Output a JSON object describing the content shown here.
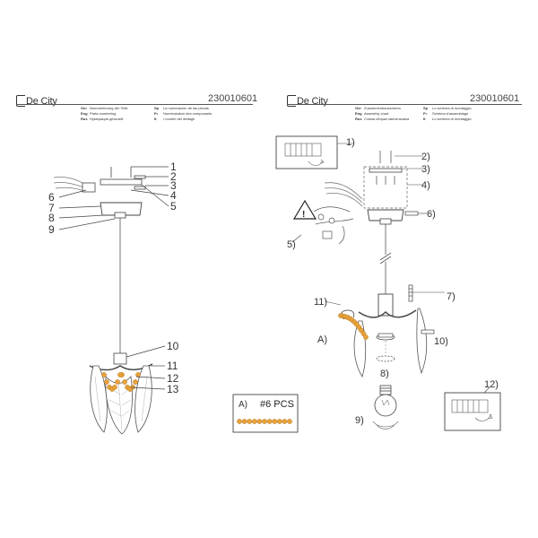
{
  "left": {
    "brand": "De City",
    "code": "230010601",
    "langs_col1": [
      {
        "code": "Ger",
        "text": "Nummerierung der Teile"
      },
      {
        "code": "Eng",
        "text": "Parts numbering"
      },
      {
        "code": "Rus",
        "text": "Нумерация деталей"
      }
    ],
    "langs_col2": [
      {
        "code": "Sp",
        "text": "La numeración de las piezas"
      },
      {
        "code": "Fr",
        "text": "Numérotation des composants"
      },
      {
        "code": "It",
        "text": "I numeri dei dettagli"
      }
    ],
    "callouts": [
      "1",
      "2",
      "3",
      "4",
      "5",
      "6",
      "7",
      "8",
      "9",
      "10",
      "11",
      "12",
      "13"
    ]
  },
  "right": {
    "brand": "De City",
    "code": "230010601",
    "langs_col1": [
      {
        "code": "Ger",
        "text": "Zusammenbauschema"
      },
      {
        "code": "Eng",
        "text": "Assembly chart"
      },
      {
        "code": "Rus",
        "text": "Схема сборки светильника"
      }
    ],
    "langs_col2": [
      {
        "code": "Sp",
        "text": "Lo schema di montaggio"
      },
      {
        "code": "Fr",
        "text": "Schéma d'assemblage"
      },
      {
        "code": "It",
        "text": "Lo schema di montaggio"
      }
    ],
    "steps": [
      "1)",
      "2)",
      "3)",
      "4)",
      "5)",
      "6)",
      "7)",
      "8)",
      "9)",
      "10)",
      "11)",
      "12)"
    ],
    "beads_label": "A)",
    "beads_count": "#6 PCS",
    "step_a": "A)"
  },
  "colors": {
    "line": "#444444",
    "bead": "#e8a33c",
    "bead_stroke": "#b87a1f"
  }
}
